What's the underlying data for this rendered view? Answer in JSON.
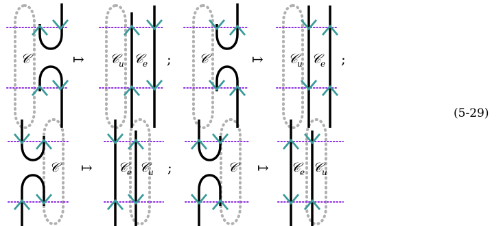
{
  "equation_number": "(5-29)",
  "maps_to_symbol": "↦",
  "separator": ";",
  "colors": {
    "strand": "#000000",
    "tick": "#3a9a9a",
    "dotted_line": "#8a2be2",
    "region_outline": "#b0b0b0"
  },
  "rows": [
    {
      "panels": [
        {
          "lhs_label": "𝒞",
          "rhs_labels": [
            {
              "base": "𝒞",
              "sub": "u"
            },
            {
              "base": "𝒞",
              "sub": "e"
            }
          ]
        },
        {
          "lhs_label": "𝒞",
          "rhs_labels": [
            {
              "base": "𝒞",
              "sub": "u"
            },
            {
              "base": "𝒞",
              "sub": "e"
            }
          ]
        }
      ]
    },
    {
      "panels": [
        {
          "lhs_label": "𝒞",
          "rhs_labels": [
            {
              "base": "𝒞",
              "sub": "e"
            },
            {
              "base": "𝒞",
              "sub": "u"
            }
          ]
        },
        {
          "lhs_label": "𝒞",
          "rhs_labels": [
            {
              "base": "𝒞",
              "sub": "e"
            },
            {
              "base": "𝒞",
              "sub": "u"
            }
          ]
        }
      ]
    }
  ]
}
